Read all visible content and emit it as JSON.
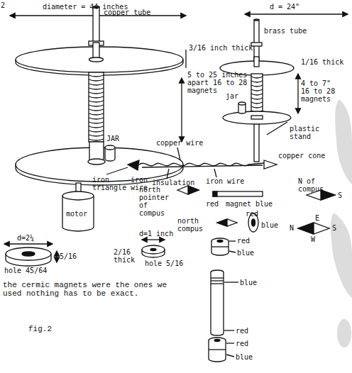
{
  "diagram": {
    "caption": "fig.2",
    "labels": [
      "2",
      "diameter = 44 inches",
      "copper tube",
      "3/16 inch thick",
      "5 to 25 inches apart 16 to 28 magnets",
      "JAR",
      "iron triangle",
      "iron wire",
      "insulation",
      "iron wire",
      "copper wire",
      "motor",
      "d = 24\"",
      "brass tube",
      "1/16 thick",
      "4 to 7\" 16 to 28 magnets",
      "jar",
      "plastic stand",
      "copper cone",
      "north pointer of compus",
      "red",
      "magnet",
      "blue",
      "N of compus",
      "S",
      "north compus",
      "red",
      "blue",
      "E",
      "N",
      "S",
      "W",
      "d=2¼",
      "5/16",
      "hole 45/64",
      "d=1 inch",
      "2/16 thick",
      "hole 5/16",
      "the cermic magnets were the ones we used nothing has to be exact.",
      "red",
      "blue",
      "blue",
      "red",
      "red",
      "blue"
    ]
  }
}
